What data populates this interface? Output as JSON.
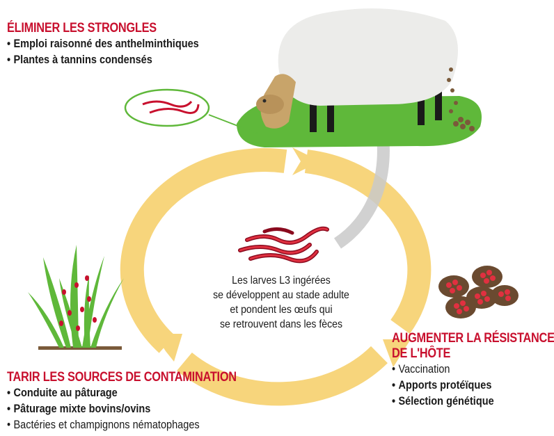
{
  "eliminate": {
    "title": "ÉLIMINER LES STRONGLES",
    "items": [
      "Emploi raisonné des anthelminthiques",
      "Plantes à tannins condensés"
    ]
  },
  "center": {
    "lines": [
      "Les larves L3 ingérées",
      "se développent au stade adulte",
      "et pondent les œufs qui",
      "se retrouvent dans les fèces"
    ]
  },
  "resistance": {
    "title_line1": "AUGMENTER LA RÉSISTANCE",
    "title_line2": "DE L'HÔTE",
    "items": [
      "Vaccination",
      "Apports protéïques",
      "Sélection génétique"
    ]
  },
  "contamination": {
    "title": "TARIR LES SOURCES DE CONTAMINATION",
    "items": [
      "Conduite au pâturage",
      "Pâturage mixte bovins/ovins",
      "Bactéries et champignons nématophages"
    ]
  },
  "colors": {
    "heading_red": "#c8102e",
    "cycle_yellow": "#f7d57c",
    "grass_green": "#5fb83a",
    "worm_red": "#c8102e",
    "sheep_wool": "#ececea",
    "return_arrow_grey": "#c9c9c9"
  },
  "icons": [
    "sheep-illustration",
    "worm-magnifier-icon",
    "larvae-worms-icon",
    "fecal-pellets-icon",
    "eggs-in-feces-icon",
    "grass-with-larvae-icon",
    "cycle-arrow"
  ]
}
